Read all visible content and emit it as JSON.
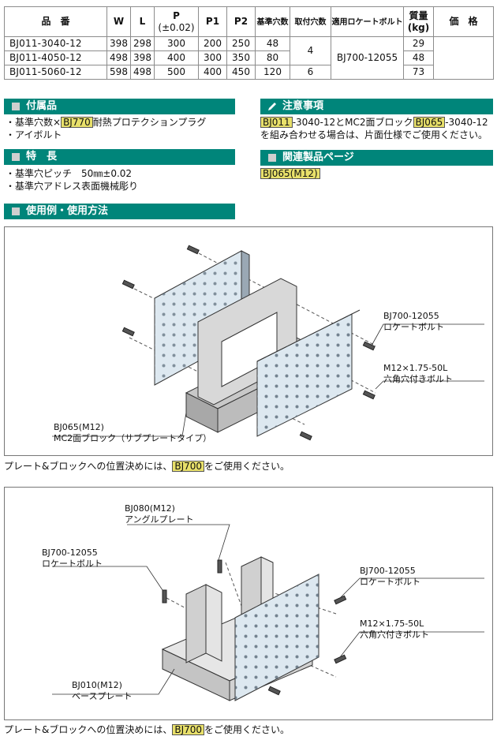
{
  "table": {
    "headers": [
      "品　番",
      "W",
      "L",
      "P",
      "(±0.02)",
      "P1",
      "P2",
      "基準穴数",
      "取付穴数",
      "適用ロケートボルト",
      "質量",
      "(kg)",
      "価　格"
    ],
    "rows": [
      {
        "name": "BJ011-3040-12",
        "w": "398",
        "l": "298",
        "p": "300",
        "p1": "200",
        "p2": "250",
        "holes": "48",
        "mass": "29"
      },
      {
        "name": "BJ011-4050-12",
        "w": "498",
        "l": "398",
        "p": "400",
        "p1": "300",
        "p2": "350",
        "holes": "80",
        "mass": "48"
      },
      {
        "name": "BJ011-5060-12",
        "w": "598",
        "l": "498",
        "p": "500",
        "p1": "400",
        "p2": "450",
        "holes": "120",
        "mass": "73"
      }
    ],
    "mount_a": "4",
    "mount_b": "6",
    "bolt": "BJ700-12055"
  },
  "accessories": {
    "title": "付属品",
    "line1_pre": "・基準穴数×",
    "line1_tag": "BJ770",
    "line1_post": "耐熱プロテクションプラグ",
    "line2": "・アイボルト"
  },
  "features": {
    "title": "特　長",
    "line1": "・基準穴ピッチ　50㎜±0.02",
    "line2": "・基準穴アドレス表面機械彫り"
  },
  "notes": {
    "title": "注意事項",
    "tag1": "BJ011",
    "mid": "-3040-12とMC2面ブロック",
    "tag2": "BJ065",
    "end": "-3040-12",
    "line2": "を組み合わせる場合は、片面仕様でご使用ください。"
  },
  "related": {
    "title": "関連製品ページ",
    "tag": "BJ065(M12)"
  },
  "usage": {
    "title": "使用例・使用方法"
  },
  "figure1": {
    "bolt_code": "BJ700-12055",
    "bolt_name": "ロケートボルト",
    "screw_code": "M12×1.75-50L",
    "screw_name": "六角穴付きボルト",
    "block_code": "BJ065(M12)",
    "block_name": "MC2面ブロック（サブプレートタイプ）",
    "caption_pre": "プレート&ブロックへの位置決めには、",
    "caption_tag": "BJ700",
    "caption_post": "をご使用ください。"
  },
  "figure2": {
    "angle_code": "BJ080(M12)",
    "angle_name": "アングルプレート",
    "bolt_left_code": "BJ700-12055",
    "bolt_left_name": "ロケートボルト",
    "bolt_right_code": "BJ700-12055",
    "bolt_right_name": "ロケートボルト",
    "screw_code": "M12×1.75-50L",
    "screw_name": "六角穴付きボルト",
    "base_code": "BJ010(M12)",
    "base_name": "ベースプレート",
    "caption_pre": "プレート&ブロックへの位置決めには、",
    "caption_tag": "BJ700",
    "caption_post": "をご使用ください。"
  },
  "colors": {
    "section": "#00857a",
    "tag": "#e8e06a",
    "plate": "#dde8f0"
  }
}
